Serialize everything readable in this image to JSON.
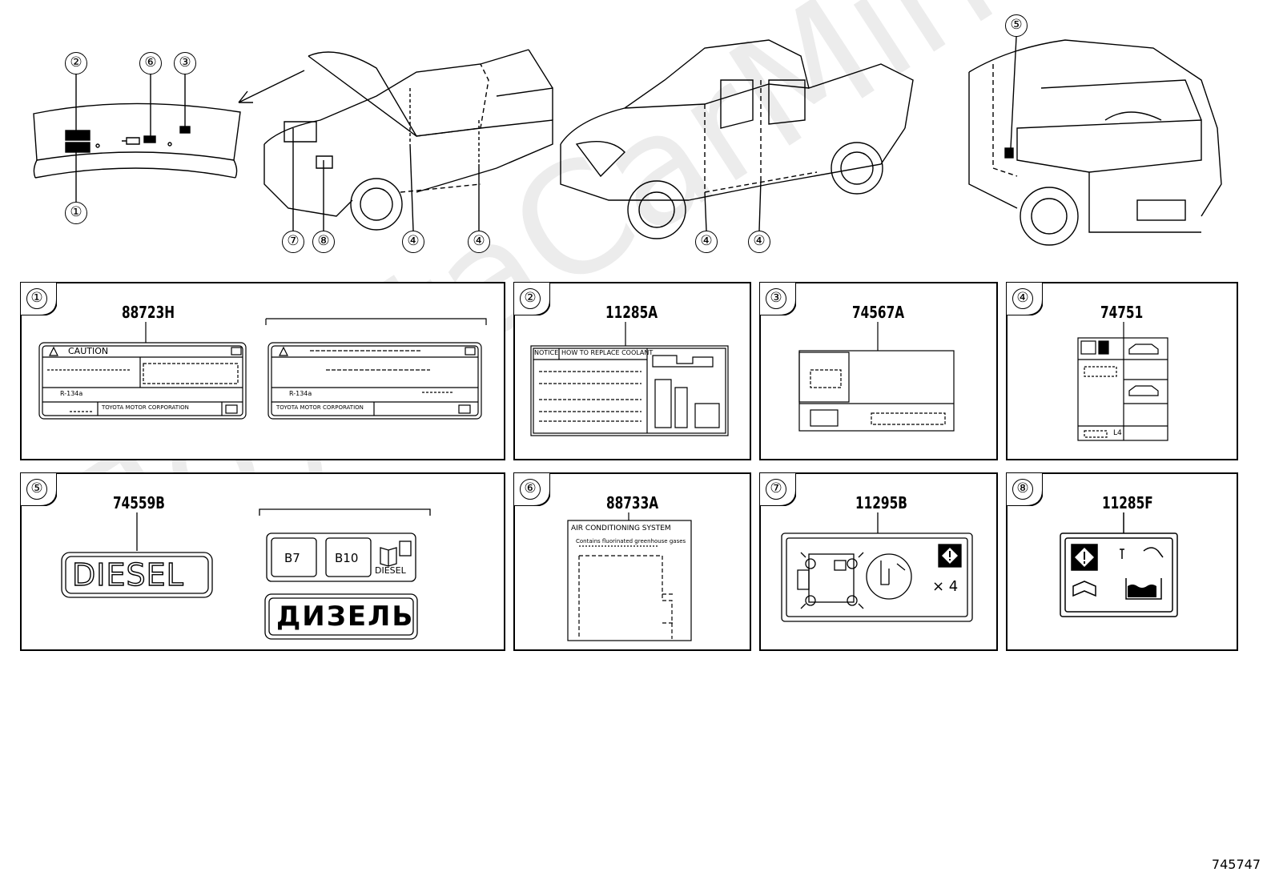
{
  "watermark": "ToyotaCarMine.ru",
  "reference_id": "745747",
  "callouts": {
    "c1": "①",
    "c2": "②",
    "c3": "③",
    "c4": "④",
    "c5": "⑤",
    "c6": "⑥",
    "c7": "⑦",
    "c8": "⑧"
  },
  "panels": [
    {
      "index": "1",
      "part": "88723H"
    },
    {
      "index": "2",
      "part": "11285A"
    },
    {
      "index": "3",
      "part": "74567A"
    },
    {
      "index": "4",
      "part": "74751"
    },
    {
      "index": "5",
      "part": "74559B"
    },
    {
      "index": "6",
      "part": "88733A"
    },
    {
      "index": "7",
      "part": "11295B"
    },
    {
      "index": "8",
      "part": "11285F"
    }
  ],
  "label_text": {
    "caution": "CAUTION",
    "refrigerant": "R-134a",
    "toyota_corp": "TOYOTA MOTOR CORPORATION",
    "notice": "NOTICE",
    "replace_coolant": "HOW TO REPLACE COOLANT",
    "l4": "L4",
    "diesel": "DIESEL",
    "b7": "B7",
    "b10": "B10",
    "diesel_small": "DIESEL",
    "diesel_cyr": "ДИЗЕЛЬ",
    "ac_system": "AIR CONDITIONING SYSTEM",
    "ac_sub": "Contains fluorinated greenhouse gases",
    "times4": "× 4"
  }
}
